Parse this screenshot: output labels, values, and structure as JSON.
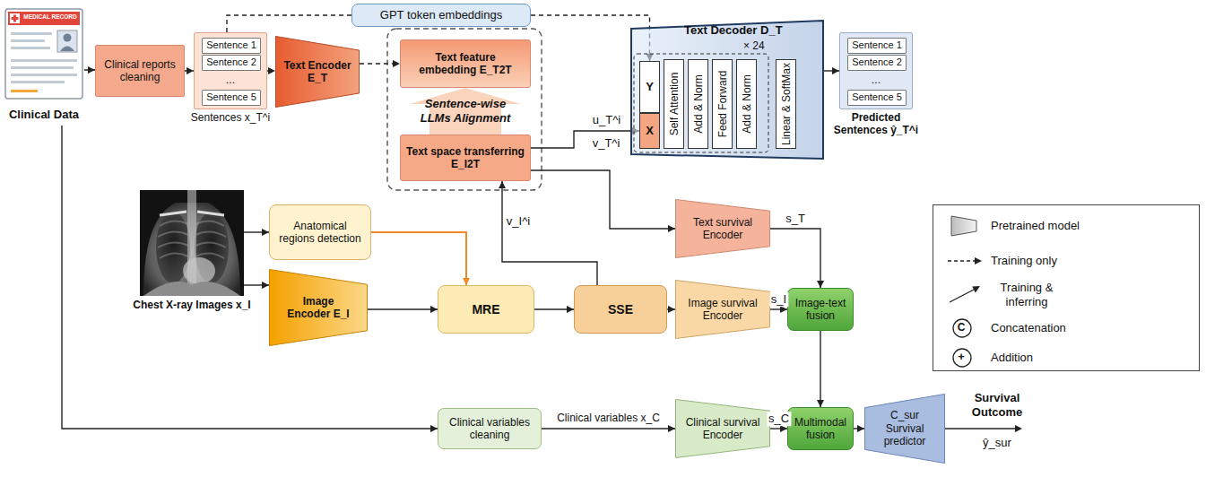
{
  "diagram": {
    "nodes": [
      {
        "text": [
          "MEDICAL RECORD",
          "Clinical Data"
        ]
      },
      {
        "text": [
          "Clinical reports cleaning"
        ]
      },
      {
        "text": [
          "Sentences x_T^i"
        ]
      },
      {
        "text": [
          "Sentence 1"
        ],
        "in": 2
      },
      {
        "text": [
          "Sentence 2"
        ],
        "in": 2
      },
      {
        "text": [
          "Sentence 5"
        ],
        "in": 2
      },
      {
        "text": [
          "Text Encoder E_T"
        ]
      },
      {
        "text": [
          "GPT token embeddings"
        ]
      },
      {
        "text": [
          "Text feature embedding E_T2T"
        ]
      },
      {
        "text": [
          "Text space transferring E_I2T"
        ]
      },
      {
        "text": [
          "Text Decoder D_T",
          "× 24"
        ]
      },
      {
        "text": [
          "Y"
        ],
        "in": 10
      },
      {
        "text": [
          "X"
        ],
        "in": 10
      },
      {
        "text": [
          "Self Attention"
        ],
        "in": 10
      },
      {
        "text": [
          "Add & Norm"
        ],
        "in": 10
      },
      {
        "text": [
          "Feed Forward"
        ],
        "in": 10
      },
      {
        "text": [
          "Add & Norm"
        ],
        "in": 10
      },
      {
        "text": [
          "Linear & SoftMax"
        ],
        "in": 10
      },
      {
        "text": [
          "Predicted Sentences ŷ_T^i"
        ]
      },
      {
        "text": [
          "Sentence 1"
        ],
        "in": 18
      },
      {
        "text": [
          "Sentence 2"
        ],
        "in": 18
      },
      {
        "text": [
          "Sentence 5"
        ],
        "in": 18
      },
      {
        "text": [
          "Chest X-ray Images x_I"
        ]
      },
      {
        "text": [
          "Anatomical regions detection"
        ]
      },
      {
        "text": [
          "Image Encoder E_I"
        ]
      },
      {
        "text": [
          "MRE"
        ]
      },
      {
        "text": [
          "SSE"
        ]
      },
      {
        "text": [
          "Text survival Encoder"
        ]
      },
      {
        "text": [
          "Image survival Encoder"
        ]
      },
      {
        "text": [
          "Image-text fusion"
        ]
      },
      {
        "text": [
          "Clinical variables cleaning"
        ]
      },
      {
        "text": [
          "Clinical survival Encoder"
        ]
      },
      {
        "text": [
          "Multimodal fusion"
        ]
      },
      {
        "text": [
          "C_sur Survival predictor"
        ]
      }
    ],
    "edges": [
      {
        "from": 0,
        "to": 1,
        "arrow": "to"
      },
      {
        "from": 1,
        "to": 2,
        "arrow": "to"
      },
      {
        "from": 2,
        "to": 6,
        "arrow": "to"
      },
      {
        "from": 2,
        "to": 7,
        "arrow": "none"
      },
      {
        "from": 7,
        "to": 11,
        "arrow": "to"
      },
      {
        "from": 6,
        "to": 8,
        "arrow": "to"
      },
      {
        "from": 9,
        "to": 8,
        "label": "Sentence-wise LLMs Alignment",
        "arrow": "to"
      },
      {
        "from": 9,
        "to": 12,
        "label": "u_T^i",
        "arrow": "to"
      },
      {
        "from": 10,
        "to": 18,
        "arrow": "to"
      },
      {
        "from": 22,
        "to": 23,
        "arrow": "to"
      },
      {
        "from": 22,
        "to": 24,
        "arrow": "to"
      },
      {
        "from": 23,
        "to": 25,
        "arrow": "to"
      },
      {
        "from": 24,
        "to": 25,
        "arrow": "to"
      },
      {
        "from": 25,
        "to": 26,
        "arrow": "to"
      },
      {
        "from": 26,
        "to": 9,
        "label": "v_I^i",
        "arrow": "to"
      },
      {
        "from": 9,
        "to": 27,
        "arrow": "to"
      },
      {
        "from": 26,
        "to": 28,
        "arrow": "to"
      },
      {
        "from": 27,
        "to": 29,
        "label": "s_T",
        "arrow": "to"
      },
      {
        "from": 28,
        "to": 29,
        "label": "s_I",
        "arrow": "to"
      },
      {
        "from": 29,
        "to": 32,
        "arrow": "to"
      },
      {
        "from": 0,
        "to": 30,
        "arrow": "to"
      },
      {
        "from": 30,
        "to": 31,
        "label": "Clinical variables x_C",
        "arrow": "to"
      },
      {
        "from": 31,
        "to": 32,
        "label": "s_C",
        "arrow": "to"
      },
      {
        "from": 32,
        "to": 33,
        "arrow": "to"
      }
    ],
    "labels": [
      "...",
      "...",
      "v_T^i",
      "Survival Outcome",
      "ŷ_sur",
      "C",
      "+"
    ],
    "legend": [
      {
        "text": "Pretrained model"
      },
      {
        "text": "Training only"
      },
      {
        "text": "Training & inferring"
      },
      {
        "text": "Concatenation"
      },
      {
        "text": "Addition"
      }
    ]
  }
}
